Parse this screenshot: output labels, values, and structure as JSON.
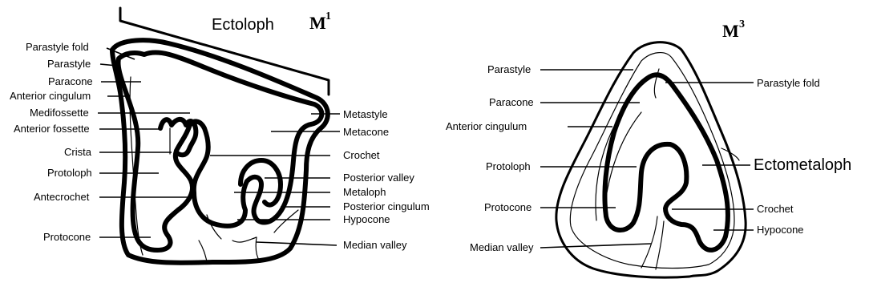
{
  "m1": {
    "title": "M",
    "title_sup": "1",
    "ectoloph_label": "Ectoloph",
    "left_labels": {
      "parastyle_fold": "Parastyle fold",
      "parastyle": "Parastyle",
      "paracone": "Paracone",
      "anterior_cingulum": "Anterior cingulum",
      "medifossette": "Medifossette",
      "anterior_fossette": "Anterior fossette",
      "crista": "Crista",
      "protoloph": "Protoloph",
      "antecrochet": "Antecrochet",
      "protocone": "Protocone"
    },
    "right_labels": {
      "metastyle": "Metastyle",
      "metacone": "Metacone",
      "crochet": "Crochet",
      "posterior_valley": "Posterior valley",
      "metaloph": "Metaloph",
      "posterior_cingulum": "Posterior cingulum",
      "hypocone": "Hypocone",
      "median_valley": "Median valley"
    }
  },
  "m3": {
    "title": "M",
    "title_sup": "3",
    "left_labels": {
      "parastyle": "Parastyle",
      "paracone": "Paracone",
      "anterior_cingulum": "Anterior cingulum",
      "protoloph": "Protoloph",
      "protocone": "Protocone",
      "median_valley": "Median valley"
    },
    "right_labels": {
      "parastyle_fold": "Parastyle fold",
      "ectometaloph": "Ectometaloph",
      "crochet": "Crochet",
      "hypocone": "Hypocone"
    }
  }
}
